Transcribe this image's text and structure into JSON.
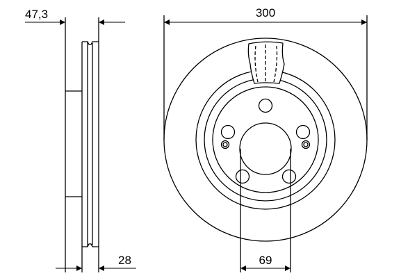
{
  "drawing": {
    "subject": "Ventilated brake disc technical drawing",
    "views": [
      "side-section",
      "front"
    ]
  },
  "dimensions": {
    "total_height": "47,3",
    "disc_thickness": "28",
    "outer_diameter": "300",
    "center_bore": "69"
  },
  "colors": {
    "line": "#000000",
    "background": "#ffffff"
  }
}
